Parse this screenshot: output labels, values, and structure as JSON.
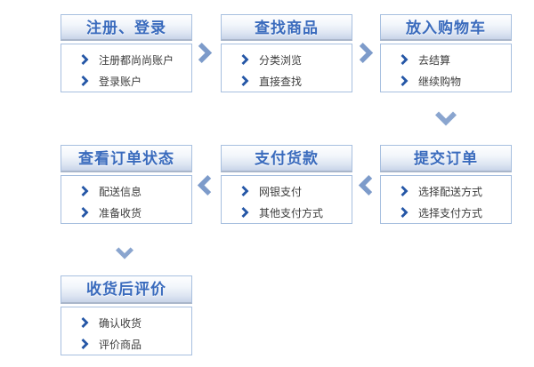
{
  "diagram_type": "flowchart",
  "boxes": [
    {
      "id": "register-login",
      "title": "注册、登录",
      "items": [
        "注册都尚尚账户",
        "登录账户"
      ]
    },
    {
      "id": "find-products",
      "title": "查找商品",
      "items": [
        "分类浏览",
        "直接查找"
      ]
    },
    {
      "id": "add-to-cart",
      "title": "放入购物车",
      "items": [
        "去结算",
        "继续购物"
      ]
    },
    {
      "id": "view-order-status",
      "title": "查看订单状态",
      "items": [
        "配送信息",
        "准备收货"
      ]
    },
    {
      "id": "pay-for-goods",
      "title": "支付货款",
      "items": [
        "网银支付",
        "其他支付方式"
      ]
    },
    {
      "id": "submit-order",
      "title": "提交订单",
      "items": [
        "选择配送方式",
        "选择支付方式"
      ]
    },
    {
      "id": "review-after-receipt",
      "title": "收货后评价",
      "items": [
        "确认收货",
        "评价商品"
      ]
    }
  ],
  "flow": [
    {
      "from": "register-login",
      "to": "find-products",
      "direction": "right"
    },
    {
      "from": "find-products",
      "to": "add-to-cart",
      "direction": "right"
    },
    {
      "from": "add-to-cart",
      "to": "submit-order",
      "direction": "down"
    },
    {
      "from": "submit-order",
      "to": "pay-for-goods",
      "direction": "left"
    },
    {
      "from": "pay-for-goods",
      "to": "view-order-status",
      "direction": "left"
    },
    {
      "from": "view-order-status",
      "to": "review-after-receipt",
      "direction": "down"
    }
  ],
  "colors": {
    "box_border": "#a7bfdf",
    "header_title": "#3a6bbd",
    "header_gradient_bottom": "#c7d3e8",
    "header_bottom_line": "#a9b6ca",
    "item_text": "#3d3d3d",
    "bullet_chevron": "#2456a6",
    "flow_arrow": "#7d9bca"
  }
}
